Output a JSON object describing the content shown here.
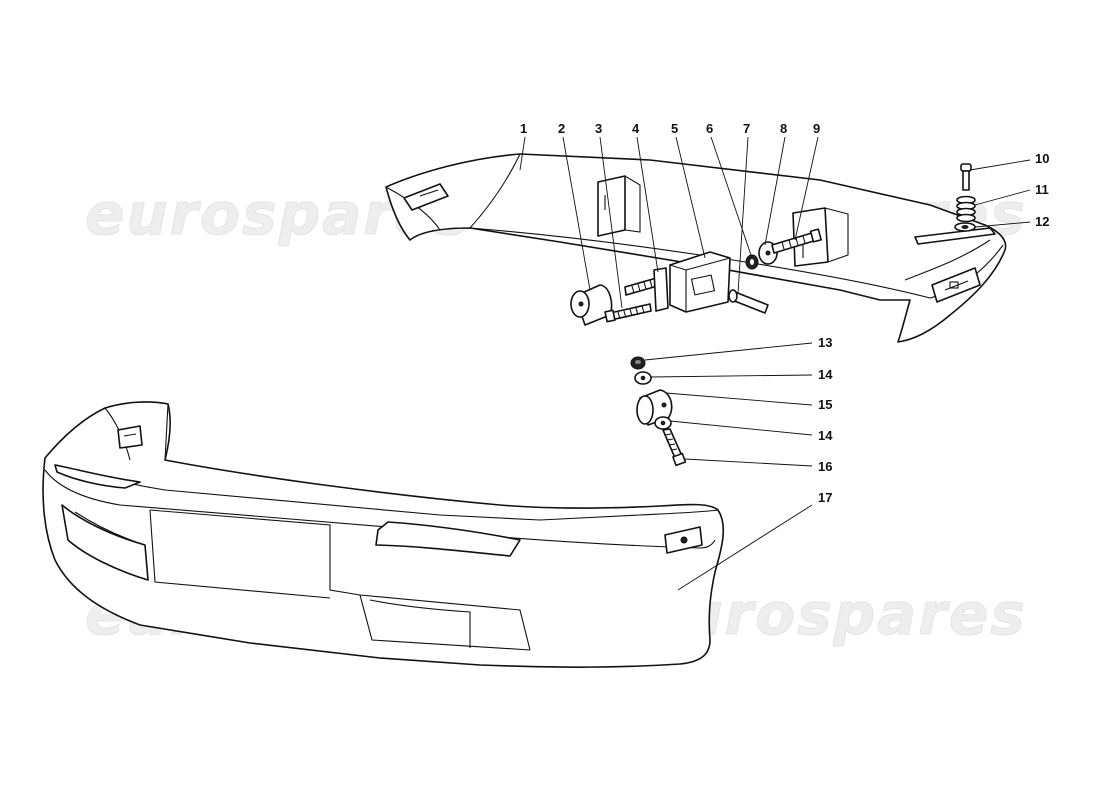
{
  "watermark": "eurospares",
  "labels": {
    "p1": "1",
    "p2": "2",
    "p3": "3",
    "p4": "4",
    "p5": "5",
    "p6": "6",
    "p7": "7",
    "p8": "8",
    "p9": "9",
    "p10": "10",
    "p11": "11",
    "p12": "12",
    "p13": "13",
    "p14a": "14",
    "p15": "15",
    "p14b": "14",
    "p16": "16",
    "p17": "17"
  }
}
